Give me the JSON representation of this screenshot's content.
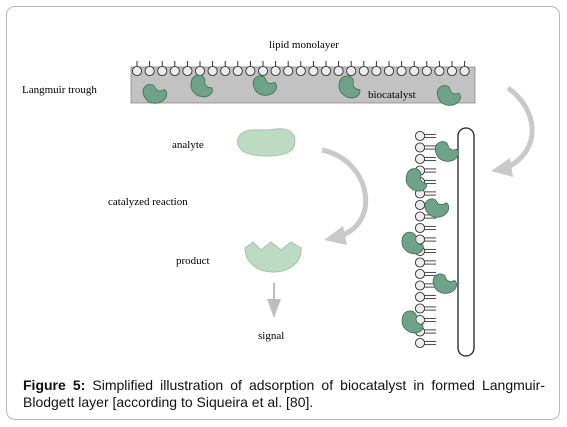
{
  "labels": {
    "lipid_monolayer": "lipid monolayer",
    "langmuir_trough": "Langmuir trough",
    "biocatalyst": "biocatalyst",
    "analyte": "analyte",
    "catalyzed_reaction": "catalyzed reaction",
    "product": "product",
    "signal": "signal"
  },
  "caption": {
    "figure_label": "Figure 5:",
    "text": "Simplified illustration of adsorption of biocatalyst in formed Langmuir-Blodgett layer  [according to Siqueira et al. [80]."
  },
  "colors": {
    "trough": "#c2c2c2",
    "enzyme": "#6fa387",
    "enzyme_light": "#bddbc2",
    "arrow": "#c9c9c9",
    "frame": "#b8b8b8"
  }
}
